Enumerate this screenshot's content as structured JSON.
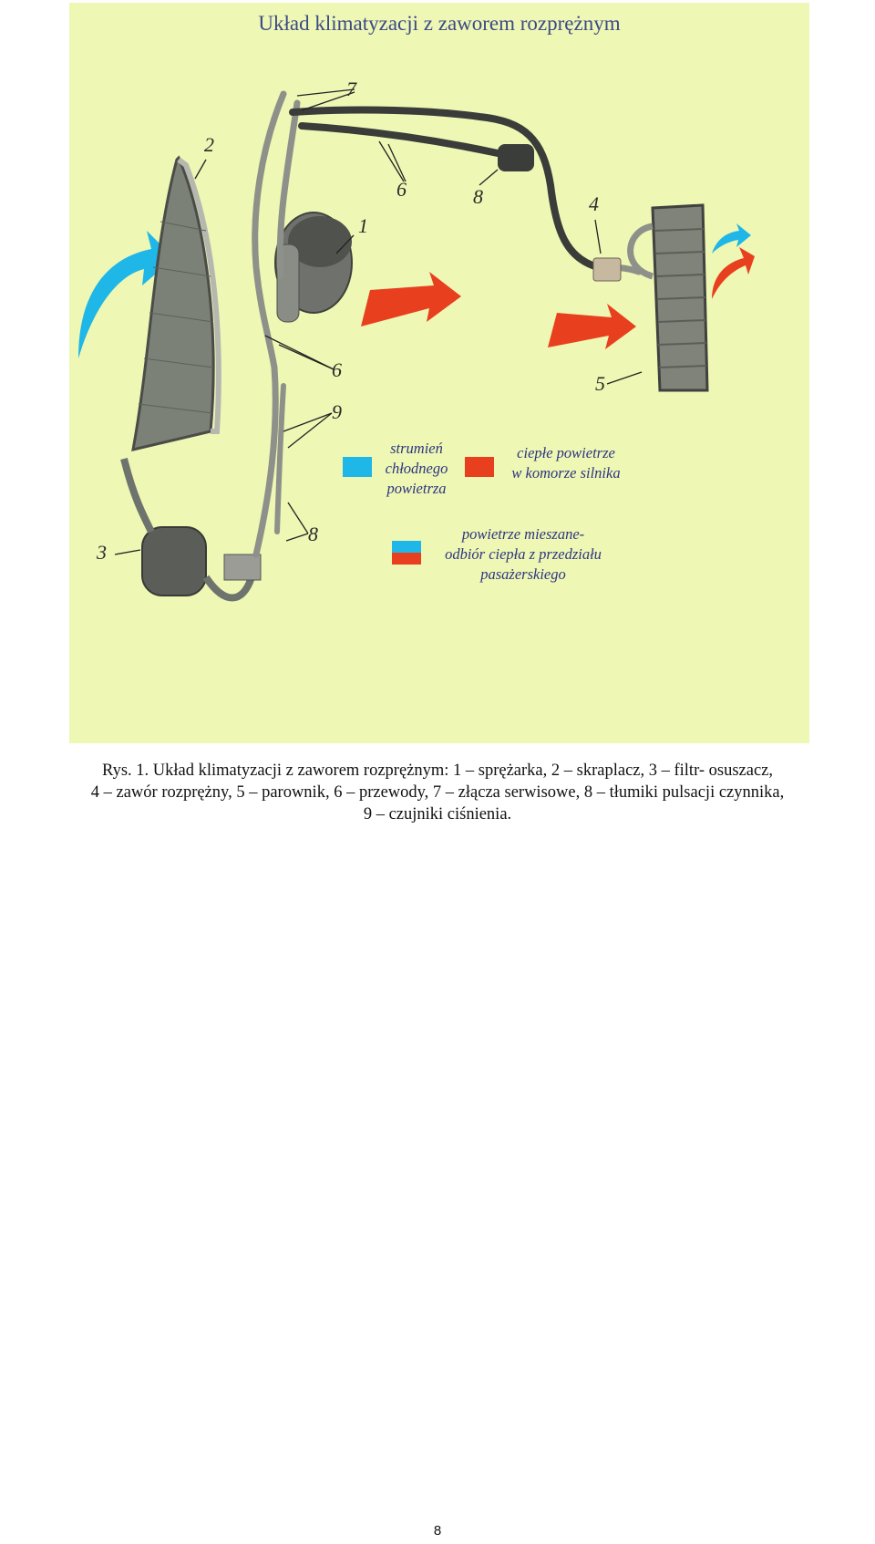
{
  "figure": {
    "title": "Układ klimatyzacji z zaworem rozprężnym",
    "callouts": {
      "n1": "1",
      "n2": "2",
      "n3": "3",
      "n4": "4",
      "n5": "5",
      "n6a": "6",
      "n6b": "6",
      "n7": "7",
      "n8a": "8",
      "n8b": "8",
      "n9": "9"
    },
    "legend": {
      "cold": [
        "strumień",
        "chłodnego",
        "powietrza"
      ],
      "warm": [
        "ciepłe powietrze",
        "w komorze silnika"
      ],
      "mixed": [
        "powietrze mieszane-",
        "odbiór ciepła z przedziału",
        "pasażerskiego"
      ]
    },
    "colors": {
      "background": "#eef7b4",
      "cold_air": "#1fb6e8",
      "warm_air": "#e8401e"
    }
  },
  "caption": {
    "line1": "Rys. 1. Układ klimatyzacji z zaworem rozprężnym: 1 – sprężarka, 2 – skraplacz, 3 – filtr- osuszacz,",
    "line2": "4 – zawór rozprężny, 5 – parownik, 6 – przewody, 7 – złącza serwisowe, 8 – tłumiki pulsacji czynnika,",
    "line3": "9 – czujniki ciśnienia."
  },
  "page_number": "8"
}
